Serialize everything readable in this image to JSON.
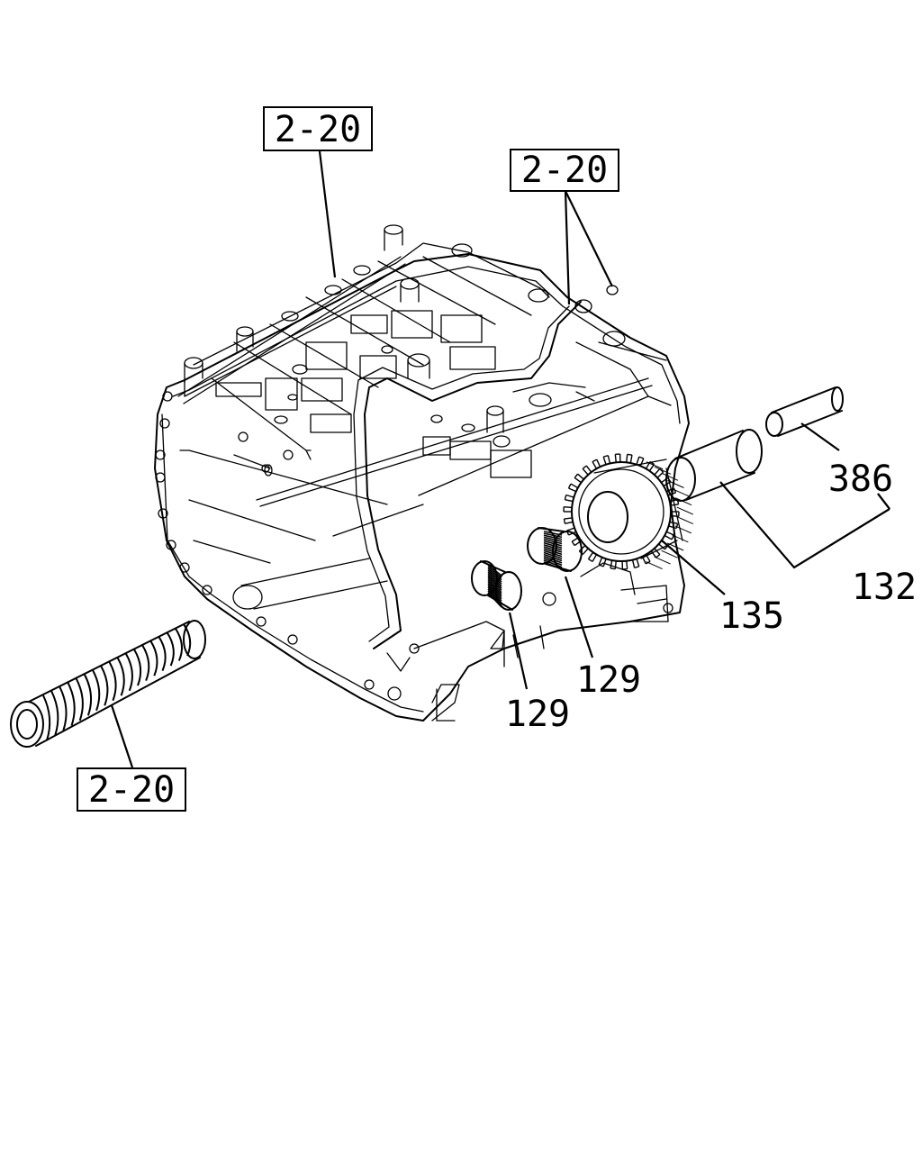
{
  "callouts": {
    "ref_top_left": "2-20",
    "ref_top_right": "2-20",
    "ref_bottom_left": "2-20",
    "part_386": "386",
    "part_132": "132",
    "part_135": "135",
    "part_129_upper": "129",
    "part_129_lower": "129"
  },
  "colors": {
    "ink": "#000000",
    "paper": "#ffffff"
  }
}
